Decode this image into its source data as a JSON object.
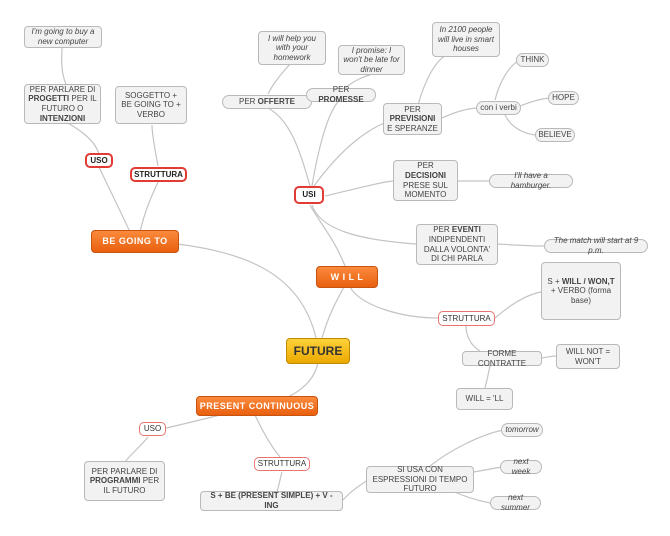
{
  "nodes": {
    "future": "FUTURE",
    "be_going_to": "BE GOING TO",
    "will": "W I L L",
    "present_continuous": "PRESENT CONTINUOUS",
    "bgt_uso": "USO",
    "bgt_struttura": "STRUTTURA",
    "bgt_uso_desc_1": "PER PARLARE DI",
    "bgt_uso_desc_2": "PROGETTI",
    "bgt_uso_desc_3": "PER IL FUTURO O",
    "bgt_uso_desc_4": "INTENZIONI",
    "bgt_example": "I'm going to buy a new computer",
    "bgt_struttura_desc": "SOGGETTO + BE GOING TO + VERBO",
    "will_usi": "USI",
    "per_offerte_1": "PER",
    "per_offerte_2": "OFFERTE",
    "offerte_example": "I will help you with your homework",
    "per_promesse_1": "PER",
    "per_promesse_2": "PROMESSE",
    "promesse_example": "I promise: I won't be late for dinner",
    "per_previsioni_1": "PER",
    "per_previsioni_2": "PREVISIONI",
    "per_previsioni_3": "E SPERANZE",
    "previsioni_example": "In 2100 people will live in smart houses",
    "con_i_verbi": "con i verbi",
    "verb_think": "THINK",
    "verb_hope": "HOPE",
    "verb_believe": "BELIEVE",
    "per_decisioni_1": "PER",
    "per_decisioni_2": "DECISIONI",
    "per_decisioni_3": "PRESE SUL MOMENTO",
    "decisioni_example": "I'll have a hamburger.",
    "per_eventi_1": "PER",
    "per_eventi_2": "EVENTI",
    "per_eventi_3": "INDIPENDENTI DALLA VOLONTA' DI CHI PARLA",
    "eventi_example": "The match will start at 9 p.m.",
    "will_struttura": "STRUTTURA",
    "will_struttura_desc_1": "S +",
    "will_struttura_desc_2": "WILL / WON,T",
    "will_struttura_desc_3": "+ VERBO (forma base)",
    "forme_contratte": "FORME CONTRATTE",
    "will_not": "WILL NOT = WON'T",
    "will_ll": "WILL = 'LL",
    "pc_uso": "USO",
    "pc_struttura": "STRUTTURA",
    "pc_uso_desc_1": "PER PARLARE DI",
    "pc_uso_desc_2": "PROGRAMMI",
    "pc_uso_desc_3": "PER IL FUTURO",
    "pc_struttura_desc": "S + BE (PRESENT SIMPLE) + V -ING",
    "pc_espressioni": "SI USA CON ESPRESSIONI DI TEMPO FUTURO",
    "pc_tomorrow": "tomorrow",
    "pc_next_week": "next week",
    "pc_next_summer": "next summer"
  },
  "colors": {
    "central": "#f2b90f",
    "main_branch": "#f4741f",
    "label_border": "#e23b36",
    "leaf_fill": "#f2f2f2",
    "link": "#bcbcbc"
  }
}
